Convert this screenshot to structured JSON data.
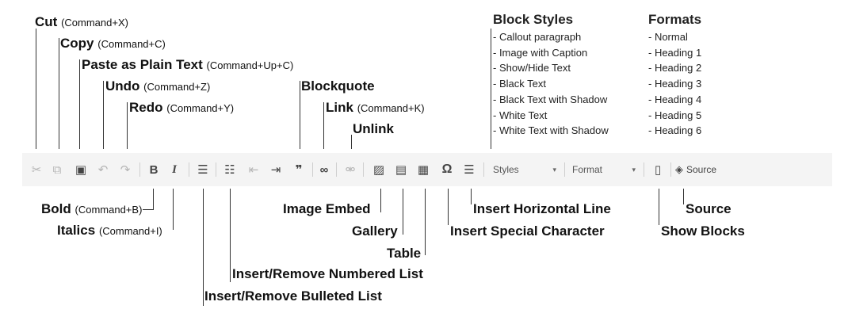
{
  "labels": {
    "cut": {
      "name": "Cut",
      "shortcut": "(Command+X)"
    },
    "copy": {
      "name": "Copy",
      "shortcut": "(Command+C)"
    },
    "paste_plain": {
      "name": "Paste as Plain Text",
      "shortcut": "(Command+Up+C)"
    },
    "undo": {
      "name": "Undo",
      "shortcut": "(Command+Z)"
    },
    "redo": {
      "name": "Redo",
      "shortcut": "(Command+Y)"
    },
    "blockquote": {
      "name": "Blockquote"
    },
    "link": {
      "name": "Link",
      "shortcut": "(Command+K)"
    },
    "unlink": {
      "name": "Unlink"
    },
    "bold": {
      "name": "Bold",
      "shortcut": "(Command+B)"
    },
    "italics": {
      "name": "Italics",
      "shortcut": "(Command+I)"
    },
    "image_embed": {
      "name": "Image Embed"
    },
    "gallery": {
      "name": "Gallery"
    },
    "table": {
      "name": "Table"
    },
    "insert_special_char": {
      "name": "Insert Special Character"
    },
    "insert_hline": {
      "name": "Insert Horizontal Line"
    },
    "numbered_list": {
      "name": "Insert/Remove Numbered List"
    },
    "bulleted_list": {
      "name": "Insert/Remove Bulleted List"
    },
    "show_blocks": {
      "name": "Show Blocks"
    },
    "source": {
      "name": "Source"
    }
  },
  "block_styles": {
    "title": "Block Styles",
    "items": [
      "- Callout paragraph",
      "- Image with Caption",
      "- Show/Hide Text",
      "- Black Text",
      "- Black Text with Shadow",
      "- White Text",
      "- White Text with Shadow"
    ]
  },
  "formats": {
    "title": "Formats",
    "items": [
      "- Normal",
      "- Heading 1",
      "- Heading 2",
      "- Heading 3",
      "- Heading 4",
      "- Heading 5",
      "- Heading 6"
    ]
  },
  "toolbar": {
    "cut_glyph": "✂",
    "copy_glyph": "⧉",
    "paste_glyph": "▣",
    "undo_glyph": "↶",
    "redo_glyph": "↷",
    "bold_glyph": "B",
    "italic_glyph": "I",
    "bullet_glyph": "☰",
    "numbered_glyph": "☷",
    "outdent_glyph": "⇤",
    "indent_glyph": "⇥",
    "blockquote_glyph": "❞",
    "link_glyph": "∞",
    "unlink_glyph": "⚮",
    "image_glyph": "▨",
    "gallery_glyph": "▤",
    "table_glyph": "▦",
    "omega_glyph": "Ω",
    "hline_glyph": "☰",
    "styles_label": "Styles",
    "format_label": "Format",
    "showblocks_glyph": "▯",
    "source_glyph": "◈",
    "source_label": "Source",
    "dropdown_arrow": "▾"
  }
}
